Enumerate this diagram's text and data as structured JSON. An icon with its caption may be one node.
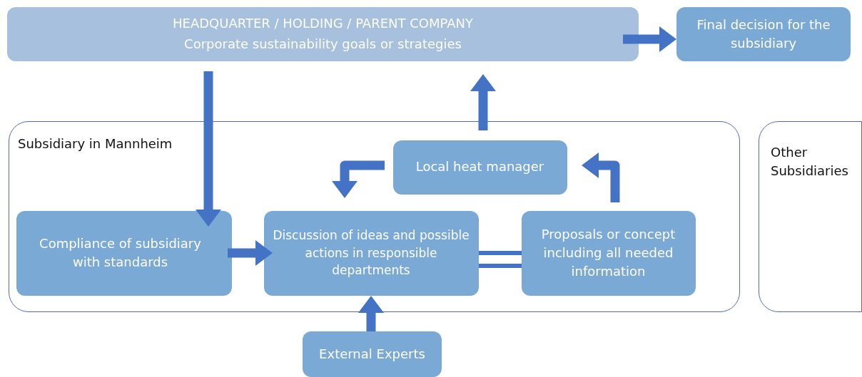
{
  "diagram": {
    "nodes": [
      {
        "text": [
          "HEADQUARTER / HOLDING / PARENT COMPANY",
          "Corporate sustainability goals or strategies"
        ]
      },
      {
        "text": [
          "Final decision for the subsidiary"
        ]
      },
      {
        "text": [
          "Subsidiary in Mannheim"
        ]
      },
      {
        "text": [
          "Local heat manager"
        ],
        "in": 2
      },
      {
        "text": [
          "Compliance of subsidiary with standards"
        ],
        "in": 2
      },
      {
        "text": [
          "Discussion of ideas and possible actions in responsible departments"
        ],
        "in": 2
      },
      {
        "text": [
          "Proposals or concept including all needed information"
        ],
        "in": 2
      },
      {
        "text": [
          "Other Subsidiaries"
        ]
      },
      {
        "text": [
          "External Experts"
        ]
      }
    ],
    "edges": [
      {
        "from": 0,
        "to": 1,
        "arrow": "to"
      },
      {
        "from": 0,
        "to": 4,
        "arrow": "to"
      },
      {
        "from": 4,
        "to": 5,
        "arrow": "to"
      },
      {
        "from": 5,
        "to": 6,
        "arrow": "none"
      },
      {
        "from": 6,
        "to": 3,
        "arrow": "to"
      },
      {
        "from": 3,
        "to": 5,
        "arrow": "to"
      },
      {
        "from": 3,
        "to": 0,
        "arrow": "to"
      },
      {
        "from": 8,
        "to": 5,
        "arrow": "to"
      }
    ]
  }
}
